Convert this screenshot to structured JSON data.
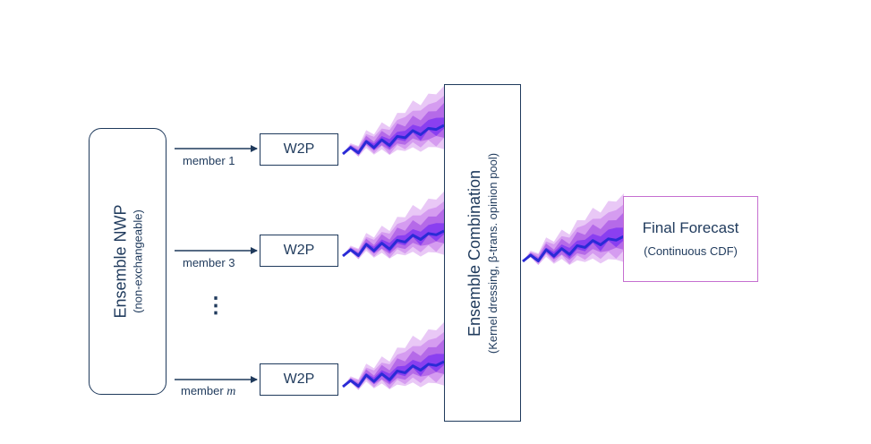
{
  "nwp": {
    "title": "Ensemble NWP",
    "subtitle": "(non-exchangeable)"
  },
  "members": [
    {
      "prefix": "member ",
      "index": "1"
    },
    {
      "prefix": "member ",
      "index": "3"
    },
    {
      "prefix": "member ",
      "index": "m"
    }
  ],
  "ellipsis": "⋮",
  "w2p_label": "W2P",
  "combination": {
    "title": "Ensemble Combination",
    "subtitle": "(Kernel dressing, β-trans. opinion pool)"
  },
  "final": {
    "title": "Final Forecast",
    "subtitle": "(Continuous CDF)"
  },
  "colors": {
    "line": "#1f3a5c",
    "fan_light": "#e9c8f6",
    "fan_mid_light": "#d59cf0",
    "fan_mid": "#b56ae8",
    "fan_dark": "#8a3ff0",
    "fan_core": "#2a2bd6",
    "final_border": "#c56fd0"
  }
}
